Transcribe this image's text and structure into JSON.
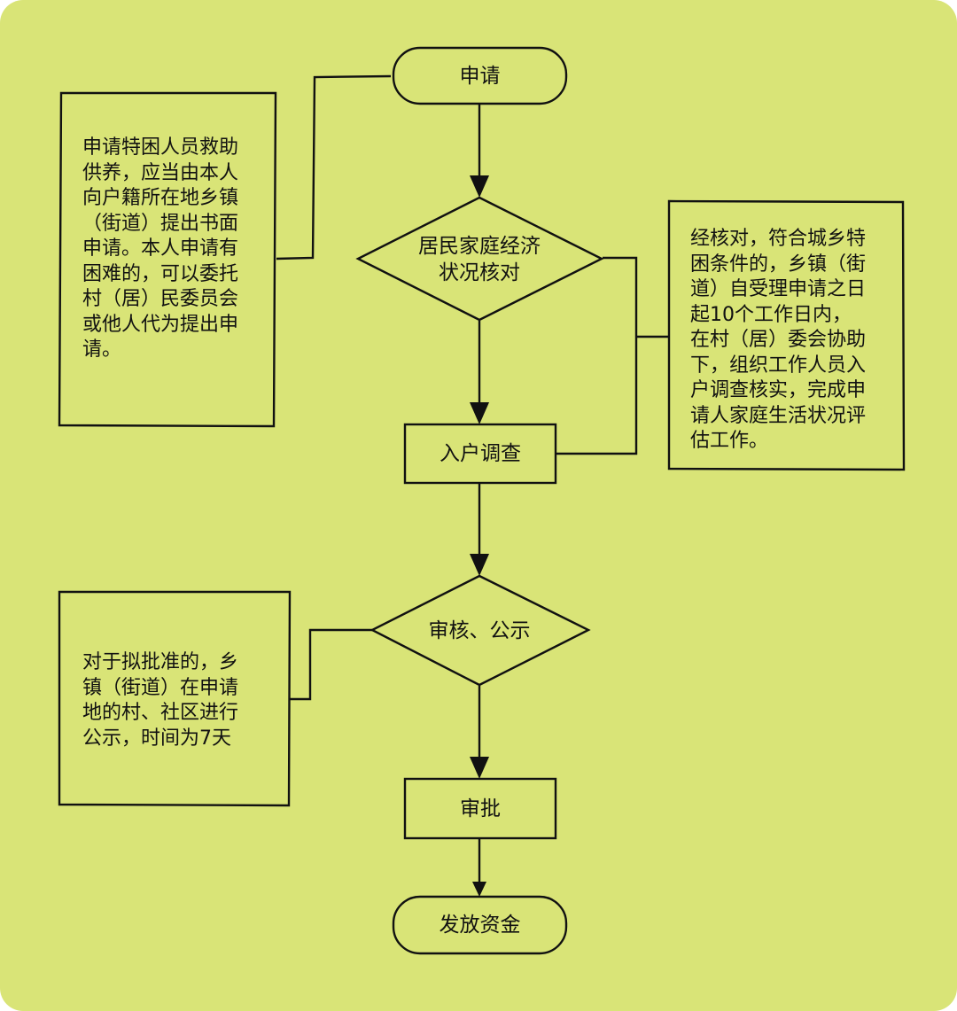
{
  "colors": {
    "background": "#d9e477",
    "stroke": "#111111",
    "text": "#111111"
  },
  "flow": {
    "apply": "申请",
    "check": "居民家庭经济\n状况核对",
    "visit": "入户调查",
    "review": "审核、公示",
    "approve": "审批",
    "release": "发放资金"
  },
  "notes": {
    "apply": "申请特困人员救助\n供养，应当由本人\n向户籍所在地乡镇\n（街道）提出书面\n申请。本人申请有\n困难的，可以委托\n村（居）民委员会\n或他人代为提出申\n请。",
    "check": "经核对，符合城乡特\n困条件的，乡镇（街\n道）自受理申请之日\n起10个工作日内，\n在村（居）委会协助\n下，组织工作人员入\n户调查核实，完成申\n请人家庭生活状况评\n估工作。",
    "review": "对于拟批准的，乡\n镇（街道）在申请\n地的村、社区进行\n公示，时间为7天"
  }
}
